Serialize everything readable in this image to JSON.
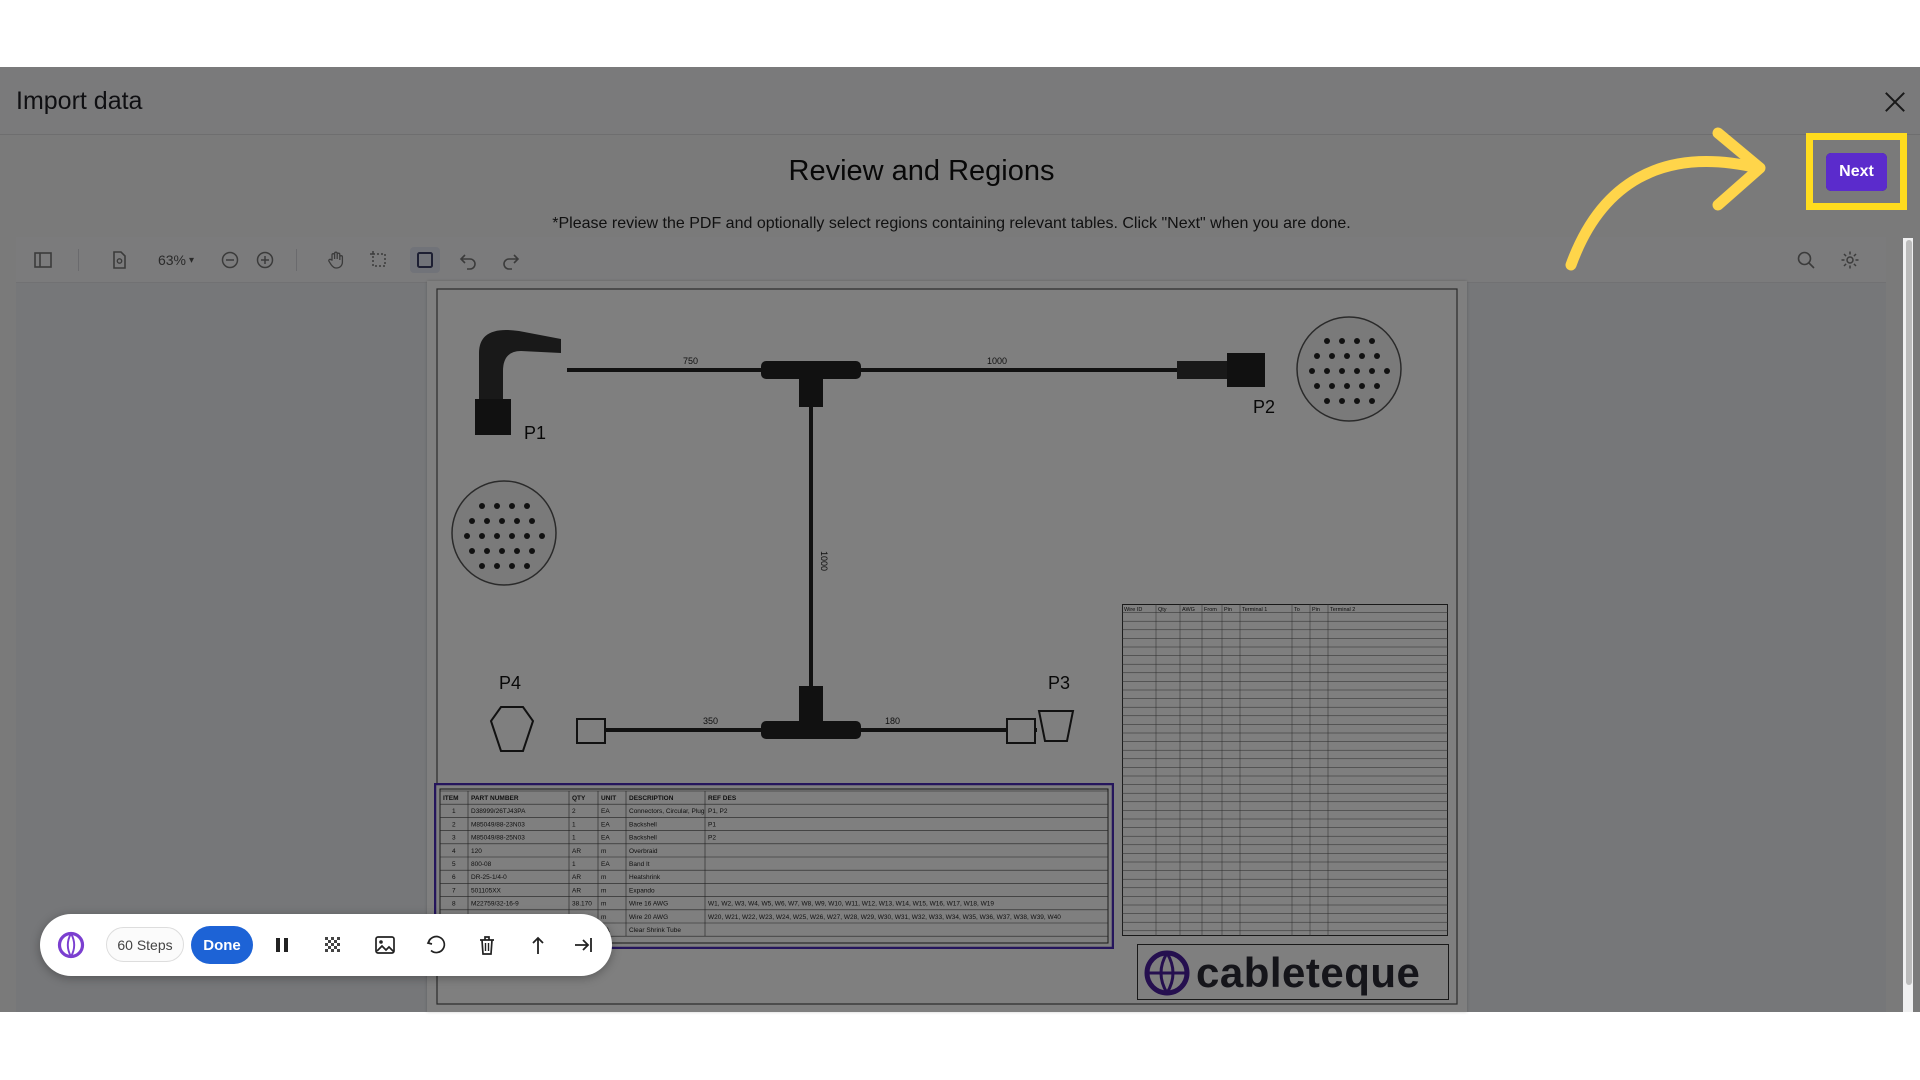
{
  "modal": {
    "title": "Import data"
  },
  "heading": "Review and Regions",
  "instructions": "*Please review the PDF and optionally select regions containing relevant tables. Click \"Next\" when you are done.",
  "next_label": "Next",
  "toolbar": {
    "zoom": "63%"
  },
  "drawing": {
    "connectors": [
      "P1",
      "P2",
      "P3",
      "P4"
    ],
    "dims": [
      "750",
      "1000",
      "1000",
      "350",
      "180"
    ],
    "logo_text": "cableteque"
  },
  "bom": {
    "headers": [
      "ITEM",
      "PART NUMBER",
      "QTY",
      "UNIT",
      "DESCRIPTION",
      "REF DES"
    ],
    "rows": [
      [
        "1",
        "D38999/26TJ43PA",
        "2",
        "EA",
        "Connectors, Circular, Plug",
        "P1, P2"
      ],
      [
        "2",
        "M85049/88-23N03",
        "1",
        "EA",
        "Backshell",
        "P1"
      ],
      [
        "3",
        "M85049/88-25N03",
        "1",
        "EA",
        "Backshell",
        "P2"
      ],
      [
        "4",
        "120",
        "AR",
        "m",
        "Overbraid",
        ""
      ],
      [
        "5",
        "800-08",
        "1",
        "EA",
        "Band It",
        ""
      ],
      [
        "6",
        "DR-25-1/4-0",
        "AR",
        "m",
        "Heatshrink",
        ""
      ],
      [
        "7",
        "501105XX",
        "AR",
        "m",
        "Expando",
        ""
      ],
      [
        "8",
        "M22759/32-16-9",
        "38.170",
        "m",
        "Wire 16 AWG",
        "W1, W2, W3, W4, W5, W6, W7, W8, W9, W10, W11, W12, W13, W14, W15, W16, W17, W18, W19"
      ],
      [
        "9",
        "",
        "",
        "m",
        "Wire 20 AWG",
        "W20, W21, W22, W23, W24, W25, W26, W27, W28, W29, W30, W31, W32, W33, W34, W35, W36, W37, W38, W39, W40"
      ],
      [
        "",
        "",
        "",
        "EA",
        "Clear Shrink Tube",
        ""
      ]
    ]
  },
  "wire_table": {
    "headers": [
      "Wire ID",
      "Qty",
      "AWG",
      "From",
      "Pin",
      "Terminal 1",
      "To",
      "Pin",
      "Terminal 2"
    ]
  },
  "recorder": {
    "steps": "60 Steps",
    "done": "Done"
  }
}
